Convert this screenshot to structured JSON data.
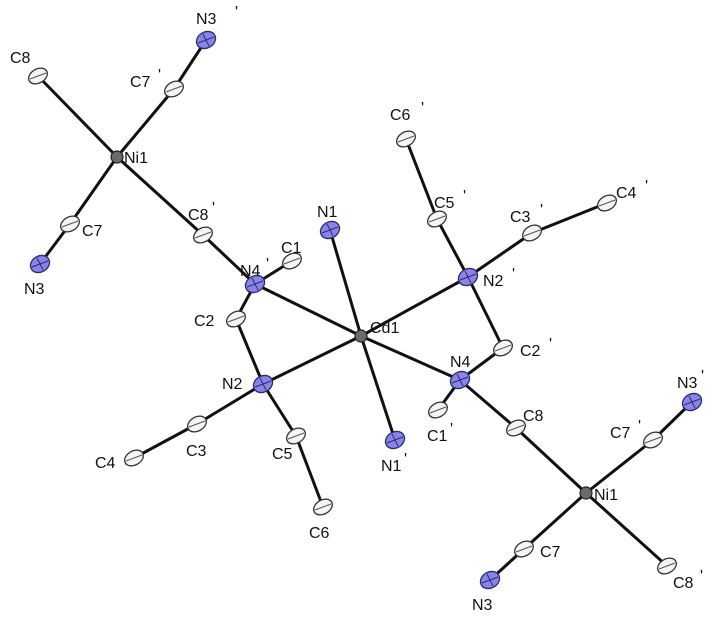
{
  "atoms": [
    {
      "id": "N3_a",
      "label": "N3",
      "prime": true,
      "element": "N"
    },
    {
      "id": "C8_a",
      "label": "C8",
      "prime": false,
      "element": "C"
    },
    {
      "id": "C7_a",
      "label": "C7",
      "prime": true,
      "element": "C"
    },
    {
      "id": "Ni1_a",
      "label": "Ni1",
      "prime": false,
      "element": "Ni"
    },
    {
      "id": "C7_b",
      "label": "C7",
      "prime": false,
      "element": "C"
    },
    {
      "id": "N3_b",
      "label": "N3",
      "prime": false,
      "element": "N"
    },
    {
      "id": "C8_b",
      "label": "C8",
      "prime": true,
      "element": "C"
    },
    {
      "id": "N4_a",
      "label": "N4",
      "prime": true,
      "element": "N"
    },
    {
      "id": "C1_a",
      "label": "C1",
      "prime": false,
      "element": "C"
    },
    {
      "id": "N1_a",
      "label": "N1",
      "prime": false,
      "element": "N"
    },
    {
      "id": "C2_a",
      "label": "C2",
      "prime": false,
      "element": "C"
    },
    {
      "id": "Cd1",
      "label": "Cd1",
      "prime": false,
      "element": "Cd"
    },
    {
      "id": "C6_a",
      "label": "C6",
      "prime": true,
      "element": "C"
    },
    {
      "id": "C5_a",
      "label": "C5",
      "prime": true,
      "element": "C"
    },
    {
      "id": "C3_a",
      "label": "C3",
      "prime": true,
      "element": "C"
    },
    {
      "id": "C4_a",
      "label": "C4",
      "prime": true,
      "element": "C"
    },
    {
      "id": "N2_a",
      "label": "N2",
      "prime": true,
      "element": "N"
    },
    {
      "id": "C2_b",
      "label": "C2",
      "prime": true,
      "element": "C"
    },
    {
      "id": "N2_b",
      "label": "N2",
      "prime": false,
      "element": "N"
    },
    {
      "id": "N4_b",
      "label": "N4",
      "prime": false,
      "element": "N"
    },
    {
      "id": "C3_b",
      "label": "C3",
      "prime": false,
      "element": "C"
    },
    {
      "id": "C4_b",
      "label": "C4",
      "prime": false,
      "element": "C"
    },
    {
      "id": "C5_b",
      "label": "C5",
      "prime": false,
      "element": "C"
    },
    {
      "id": "C6_b",
      "label": "C6",
      "prime": false,
      "element": "C"
    },
    {
      "id": "N1_b",
      "label": "N1",
      "prime": true,
      "element": "N"
    },
    {
      "id": "C1_b",
      "label": "C1",
      "prime": true,
      "element": "C"
    },
    {
      "id": "C8_c",
      "label": "C8",
      "prime": false,
      "element": "C"
    },
    {
      "id": "N3_c",
      "label": "N3",
      "prime": true,
      "element": "N"
    },
    {
      "id": "C7_c",
      "label": "C7",
      "prime": true,
      "element": "C"
    },
    {
      "id": "Ni1_b",
      "label": "Ni1",
      "prime": false,
      "element": "Ni"
    },
    {
      "id": "C7_d",
      "label": "C7",
      "prime": false,
      "element": "C"
    },
    {
      "id": "N3_d",
      "label": "N3",
      "prime": false,
      "element": "N"
    },
    {
      "id": "C8_d",
      "label": "C8",
      "prime": true,
      "element": "C"
    }
  ],
  "bonds": [
    [
      "Ni1_a",
      "C8_a"
    ],
    [
      "Ni1_a",
      "C7_a"
    ],
    [
      "C7_a",
      "N3_a"
    ],
    [
      "Ni1_a",
      "C7_b"
    ],
    [
      "C7_b",
      "N3_b"
    ],
    [
      "Ni1_a",
      "C8_b"
    ],
    [
      "C8_b",
      "N4_a"
    ],
    [
      "N4_a",
      "C1_a"
    ],
    [
      "N4_a",
      "C2_a"
    ],
    [
      "N4_a",
      "Cd1"
    ],
    [
      "N1_a",
      "Cd1"
    ],
    [
      "Cd1",
      "N2_a"
    ],
    [
      "Cd1",
      "N2_b"
    ],
    [
      "Cd1",
      "N4_b"
    ],
    [
      "Cd1",
      "N1_b"
    ],
    [
      "C2_a",
      "N2_b"
    ],
    [
      "N2_b",
      "C3_b"
    ],
    [
      "C3_b",
      "C4_b"
    ],
    [
      "N2_b",
      "C5_b"
    ],
    [
      "C5_b",
      "C6_b"
    ],
    [
      "N2_a",
      "C3_a"
    ],
    [
      "C3_a",
      "C4_a"
    ],
    [
      "N2_a",
      "C5_a"
    ],
    [
      "C5_a",
      "C6_a"
    ],
    [
      "N2_a",
      "C2_b"
    ],
    [
      "C2_b",
      "N4_b"
    ],
    [
      "N4_b",
      "C1_b"
    ],
    [
      "N4_b",
      "C8_c"
    ],
    [
      "C8_c",
      "Ni1_b"
    ],
    [
      "Ni1_b",
      "C7_c"
    ],
    [
      "C7_c",
      "N3_c"
    ],
    [
      "Ni1_b",
      "C7_d"
    ],
    [
      "C7_d",
      "N3_d"
    ],
    [
      "Ni1_b",
      "C8_d"
    ]
  ]
}
